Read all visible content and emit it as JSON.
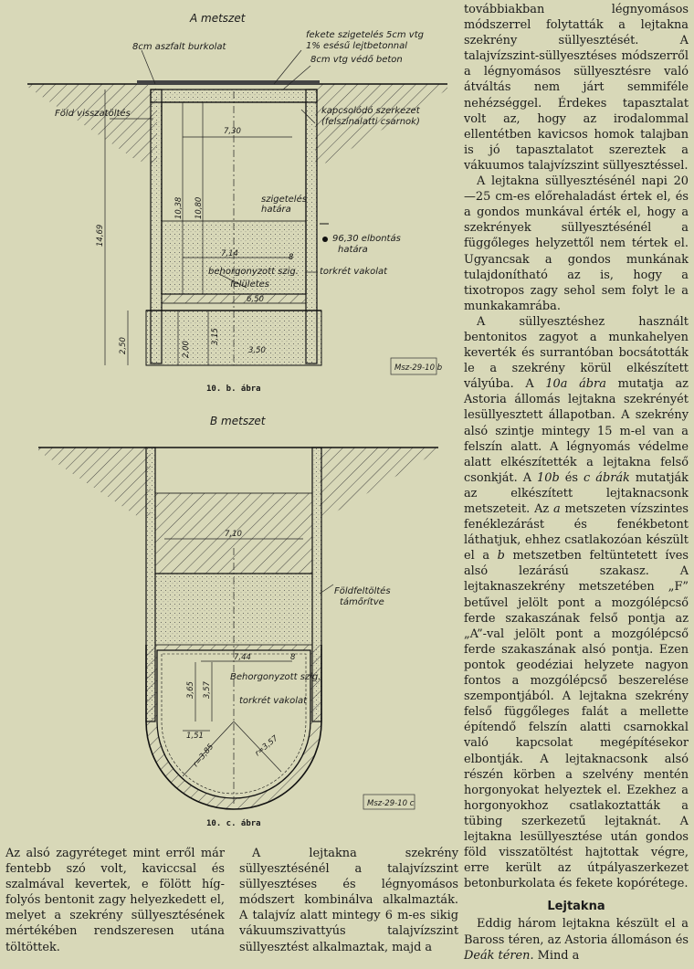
{
  "figure_b": {
    "title": "A metszet",
    "labels": {
      "asphalt": "8cm aszfalt burkolat",
      "insulation_line1": "fekete szigetelés 5cm vtg",
      "insulation_line2": "1% esésű lejtbetonnal",
      "protective": "8cm vtg védő beton",
      "backfill": "Föld visszatöltés",
      "connecting_line1": "kapcsolódó szerkezet",
      "connecting_line2": "(felszínalatti csarnok)",
      "insulation_limit_line1": "szigetelés",
      "insulation_limit_line2": "határa",
      "demolition_line1": "96,30 elbontás",
      "demolition_line2": "határa",
      "anchored_line1": "behorgonyzott szig.",
      "anchored_line2": "felületes",
      "shotcrete": "torkrét vakolat"
    },
    "dims": {
      "d1": "7,30",
      "d2": "10,38",
      "d3": "10,80",
      "d4": "14,69",
      "d5": "7,14",
      "d6": "6,50",
      "d7": "2,50",
      "d8": "2,00",
      "d9": "3,15",
      "d10": "3,50",
      "d11": "8"
    },
    "stamp": "Msz-29-10 b",
    "caption": "10. b. ábra"
  },
  "figure_c": {
    "title": "B metszet",
    "labels": {
      "fill_line1": "Földfeltöltés",
      "fill_line2": "támőrítve",
      "anchored": "Behorgonyzott szig.",
      "shotcrete": "torkrét vakolat"
    },
    "dims": {
      "d1": "7,10",
      "d2": "7,44",
      "d3": "3,65",
      "d4": "3,57",
      "d5": "1,51",
      "d6": "r=3,85",
      "d7": "r=3,57",
      "d8": "8"
    },
    "stamp": "Msz-29-10 c",
    "caption": "10. c. ábra"
  },
  "text": {
    "left_p1": "Az alsó zagyréteget mint erről már fentebb szó volt, kaviccsal és szalmával kevertek, e fölött híg-folyós bentonit zagy helyezkedett el, melyet a szekrény süllyesztésének mértékében rendszeresen utána töltöttek.",
    "mid_p1": "A lejtakna szekrény süllyesztésénél a talajvízszint süllyesztéses és légnyomásos módszert kombinálva alkalmazták. A talajvíz alatt mintegy 6 m-es sikig vákuumszivattyús talajvízszint süllyesztést alkalmaztak, majd a",
    "right_p1": "továbbiakban légnyomásos módszerrel folytatták a lejtakna szekrény süllyesztését. A talajvízszint-süllyesztéses módszerről a légnyomásos süllyesztésre való átváltás nem járt semmiféle nehézséggel. Érdekes tapasztalat volt az, hogy az irodalommal ellentétben kavicsos homok talajban is jó tapasztalatot szereztek a vákuumos talajvízszint süllyesztéssel.",
    "right_p2": "A lejtakna süllyesztésénél napi 20—25 cm-es előrehaladást értek el, és a gondos munkával érték el, hogy a szekrények süllyesztésénél a függőleges helyzettől nem tértek el. Ugyancsak a gondos munkának tulajdonítható az is, hogy a tixotropos zagy sehol sem folyt le a munkakamrába.",
    "right_p3a": "A süllyesztéshez használt bentonitos zagyot a munkahelyen keverték és surrantóban bocsátották le a szekrény körül elkészített vályúba. A ",
    "right_p3_em1": "10a ábra",
    "right_p3b": " mutatja az Astoria állomás lejtakna szekrényét lesüllyesztett állapotban. A szekrény alsó szintje mintegy 15 m-el van a felszín alatt. A légnyomás védelme alatt elkészítették a lejtakna felső csonkját. A ",
    "right_p3_em2": "10b",
    "right_p3c": " és ",
    "right_p3_em3": "c ábrák",
    "right_p3d": " mutatják az elkészített lejtaknacsonk metszeteit. Az ",
    "right_p3_em4": "a",
    "right_p3e": " metszeten vízszintes fenéklezárást és fenékbetont láthatjuk, ehhez csatlakozóan készült el a ",
    "right_p3_em5": "b",
    "right_p3f": " metszetben feltüntetett íves alsó lezárású szakasz. A lejtaknaszekrény metszetében „F” betűvel jelölt pont a mozgólépcső ferde szakaszának felső pontja az „A”-val jelölt pont a mozgólépcső ferde szakaszának alsó pontja. Ezen pontok geodéziai helyzete nagyon fontos a mozgólépcső beszerelése szempontjából. A lejtakna szekrény felső függőleges falát a mellette építendő felszín alatti csarnokkal való kapcsolat megépítésekor elbontják. A lejtaknacsonk alsó részén körben a szelvény mentén horgonyokat helyeztek el. Ezekhez a horgonyokhoz csatlakoztatták a tübing szerkezetű lejtaknát. A lejtakna lesüllyesztése után gondos föld visszatöltést hajtottak végre, erre került az útpályaszerkezet betonburkolata és fekete kopórétege.",
    "heading": "Lejtakna",
    "right_p4a": "Eddig három lejtakna készült el a Baross téren, az Astoria állomáson és ",
    "right_p4_em": "Deák téren.",
    "right_p4b": " Mind a"
  }
}
